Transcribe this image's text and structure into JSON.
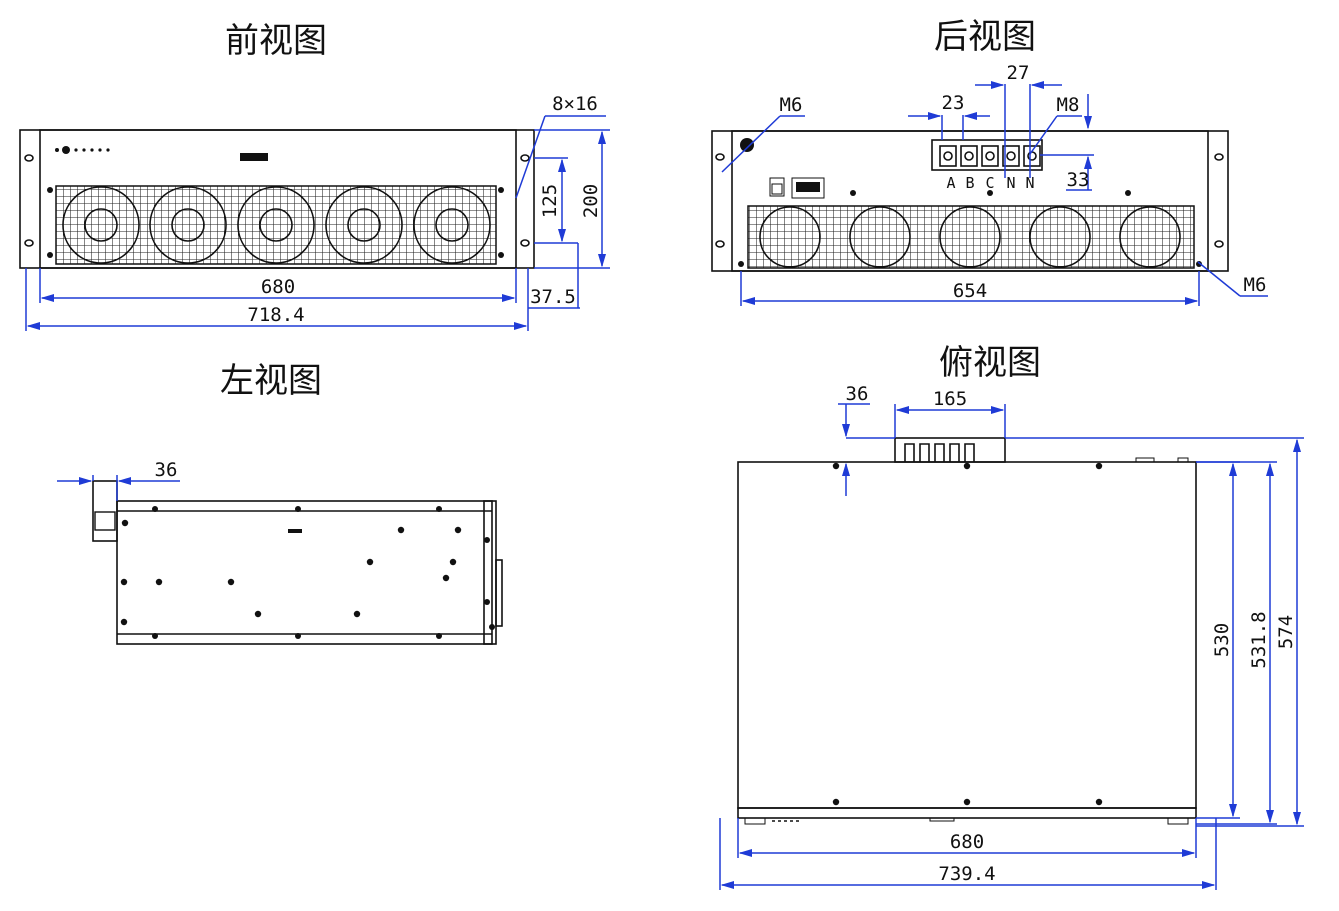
{
  "views": {
    "front": {
      "title": "前视图",
      "dims": {
        "slot": "8×16",
        "d125": "125",
        "d200": "200",
        "d680": "680",
        "d718": "718.4",
        "d37": "37.5"
      }
    },
    "rear": {
      "title": "后视图",
      "dims": {
        "m6_top": "M6",
        "d23": "23",
        "d27": "27",
        "m8": "M8",
        "d33": "33",
        "d654": "654",
        "m6_bottom": "M6"
      },
      "terminals": [
        "A",
        "B",
        "C",
        "N",
        "N"
      ]
    },
    "left": {
      "title": "左视图",
      "dims": {
        "d36": "36"
      }
    },
    "top": {
      "title": "俯视图",
      "dims": {
        "d36": "36",
        "d165": "165",
        "d530": "530",
        "d531": "531.8",
        "d574": "574",
        "d680": "680",
        "d739": "739.4"
      }
    }
  },
  "colors": {
    "dimension": "#1f3bd6",
    "outline": "#111111"
  }
}
